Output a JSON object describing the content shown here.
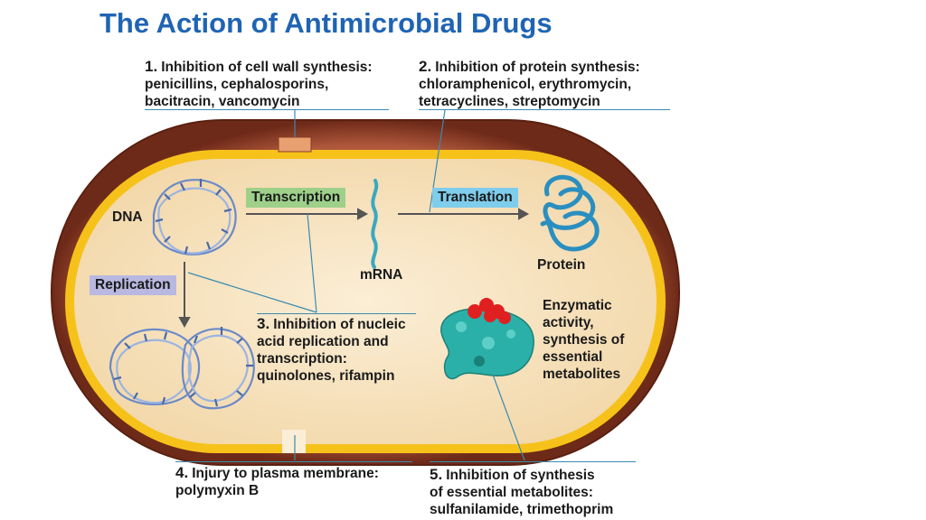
{
  "title": "The Action of Antimicrobial Drugs",
  "callouts": [
    {
      "num": "1.",
      "lines": [
        "Inhibition of cell wall synthesis:",
        "penicillins, cephalosporins,",
        "bacitracin, vancomycin"
      ]
    },
    {
      "num": "2.",
      "lines": [
        "Inhibition of protein synthesis:",
        "chloramphenicol, erythromycin,",
        "tetracyclines, streptomycin"
      ]
    },
    {
      "num": "3.",
      "lines": [
        "Inhibition of nucleic",
        "acid replication and",
        "transcription:",
        "quinolones, rifampin"
      ]
    },
    {
      "num": "4.",
      "lines": [
        "Injury to plasma membrane:",
        "polymyxin B"
      ]
    },
    {
      "num": "5.",
      "lines": [
        "Inhibition of synthesis",
        "of essential metabolites:",
        "sulfanilamide, trimethoprim"
      ]
    }
  ],
  "labels": {
    "dna": "DNA",
    "mrna": "mRNA",
    "protein": "Protein",
    "transcription": "Transcription",
    "translation": "Translation",
    "replication": "Replication",
    "enzymatic": [
      "Enzymatic",
      "activity,",
      "synthesis of",
      "essential",
      "metabolites"
    ]
  },
  "colors": {
    "title": "#1f64b4",
    "cell_wall": "#8a3a24",
    "membrane": "#f6c21a",
    "cytoplasm": "#f7e4c0",
    "transcription_tag": "#9ed08a",
    "translation_tag": "#7fcdec",
    "replication_tag": "#b8b8e0",
    "dna": "#6a8ac8",
    "protein": "#2a8fc0",
    "enzyme": "#2ab0a8",
    "substrate": "#e02020",
    "leader_line": "#3a8bb0"
  }
}
